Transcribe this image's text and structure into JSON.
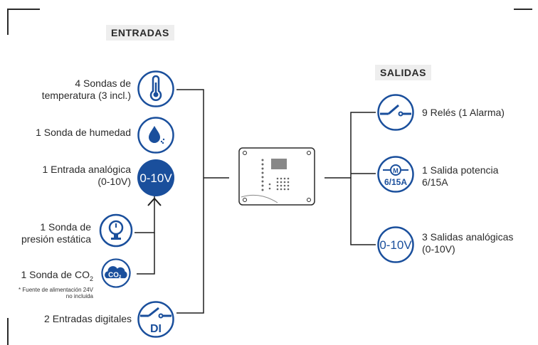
{
  "headers": {
    "inputs": "ENTRADAS",
    "outputs": "SALIDAS"
  },
  "inputs": {
    "temperature": {
      "line1": "4 Sondas de",
      "line2": "temperatura (3 incl.)",
      "icon": "thermometer-icon"
    },
    "humidity": {
      "label": "1 Sonda de humedad",
      "icon": "water-drop-icon"
    },
    "analog": {
      "line1": "1 Entrada analógica",
      "line2": "(0-10V)",
      "icon_text": "0-10V"
    },
    "pressure": {
      "line1": "1 Sonda de",
      "line2": "presión estática",
      "icon": "pressure-gauge-icon"
    },
    "co2": {
      "label_main": "1 Sonda de CO",
      "label_sub": "2",
      "icon_text": "CO",
      "icon_sub": "2",
      "note_line1": "* Fuente de alimentación 24V",
      "note_line2": "no incluida"
    },
    "digital": {
      "label": "2 Entradas digitales",
      "icon_text": "DI",
      "icon": "switch-icon"
    }
  },
  "outputs": {
    "relays": {
      "label": "9 Relés (1 Alarma)",
      "icon": "relay-switch-icon"
    },
    "power": {
      "line1": "1 Salida potencia",
      "line2": "6/15A",
      "icon_top": "M",
      "icon_bottom": "6/15A"
    },
    "analog": {
      "line1": "3 Salidas analógicas",
      "line2": "(0-10V)",
      "icon_text": "0-10V"
    }
  },
  "colors": {
    "brand_blue": "#1a4f9c",
    "line": "#1f1f1f",
    "header_bg": "#eeeeee"
  }
}
